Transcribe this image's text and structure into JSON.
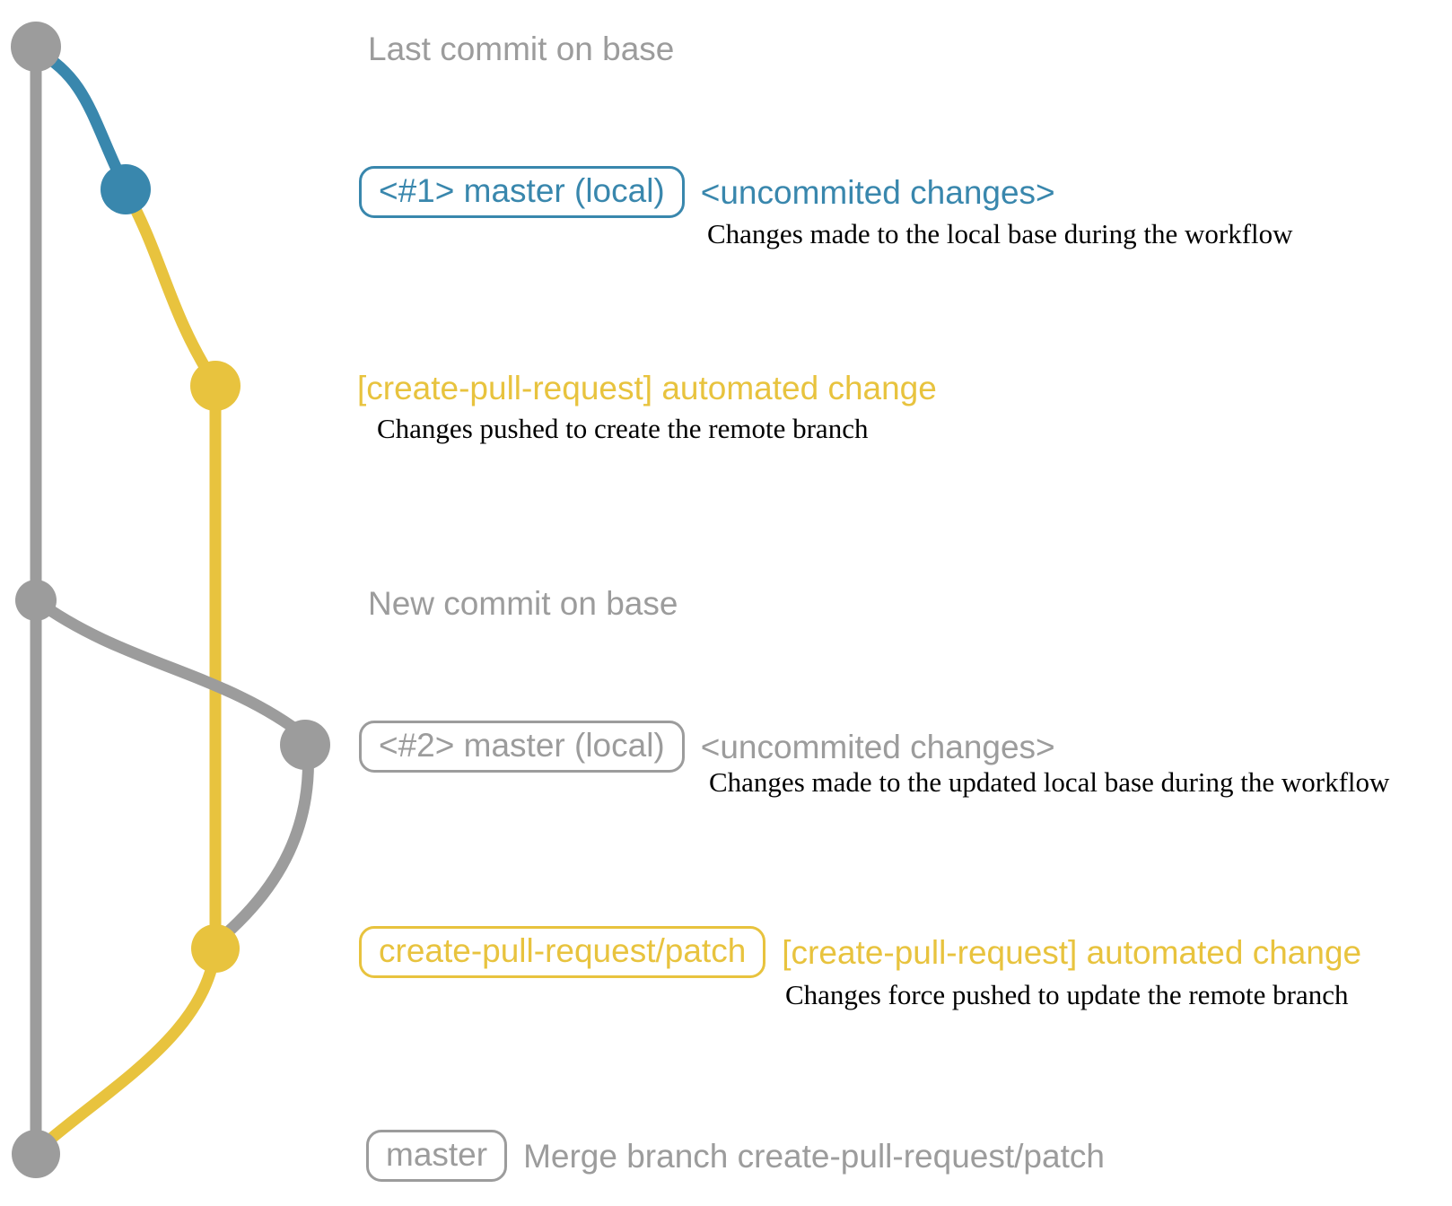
{
  "colors": {
    "base": "#9c9c9c",
    "local_branch": "#3987ad",
    "patch_branch": "#e8c33e",
    "muted_label": "#9c9c9c",
    "description_text": "#000000",
    "background": "#ffffff"
  },
  "commits": [
    {
      "message": "Last commit on base"
    },
    {
      "badge": "<#1> master (local)",
      "message": "<uncommited changes>",
      "description": "Changes made to the local base during the workflow"
    },
    {
      "message": "[create-pull-request] automated change",
      "description": "Changes pushed to create the remote branch"
    },
    {
      "message": "New commit on base"
    },
    {
      "badge": "<#2> master (local)",
      "message": "<uncommited changes>",
      "description": "Changes made to the updated local base during the workflow"
    },
    {
      "badge": "create-pull-request/patch",
      "message": "[create-pull-request] automated change",
      "description": "Changes force pushed to update the remote branch"
    },
    {
      "badge": "master",
      "message": "Merge branch create-pull-request/patch"
    }
  ]
}
